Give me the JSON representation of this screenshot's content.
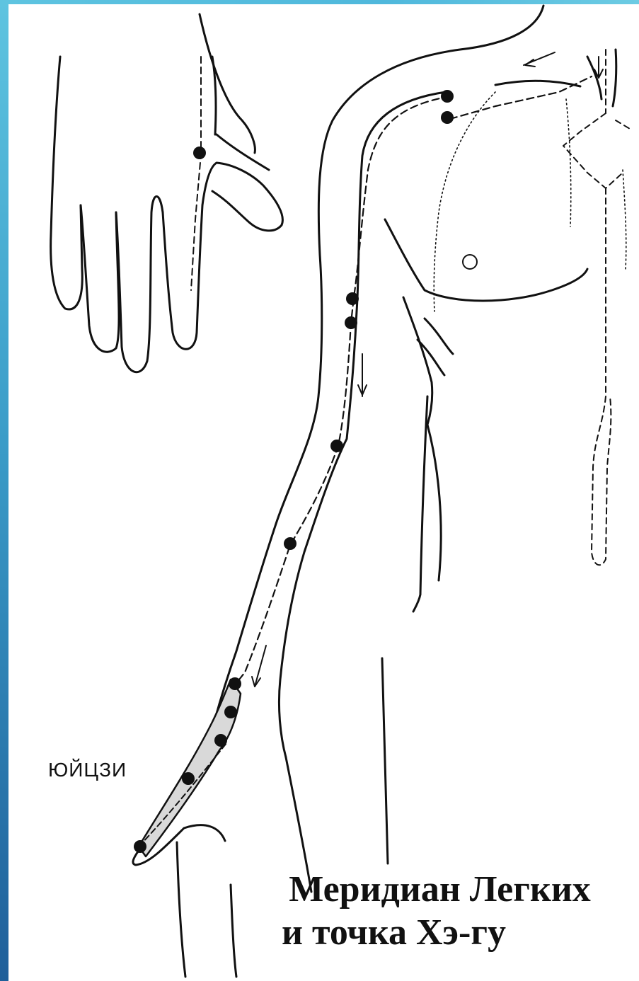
{
  "labels": {
    "point_label": "ЮЙЦЗИ",
    "caption_line1": "Меридиан Легких",
    "caption_line2": "и точка Хэ-гу"
  },
  "colors": {
    "frame_top": "#5ec4e0",
    "frame_bottom": "#1f5f9a",
    "line": "#111111",
    "background": "#ffffff"
  },
  "icons": [
    "acupuncture-point-icon",
    "flow-arrow-icon"
  ]
}
